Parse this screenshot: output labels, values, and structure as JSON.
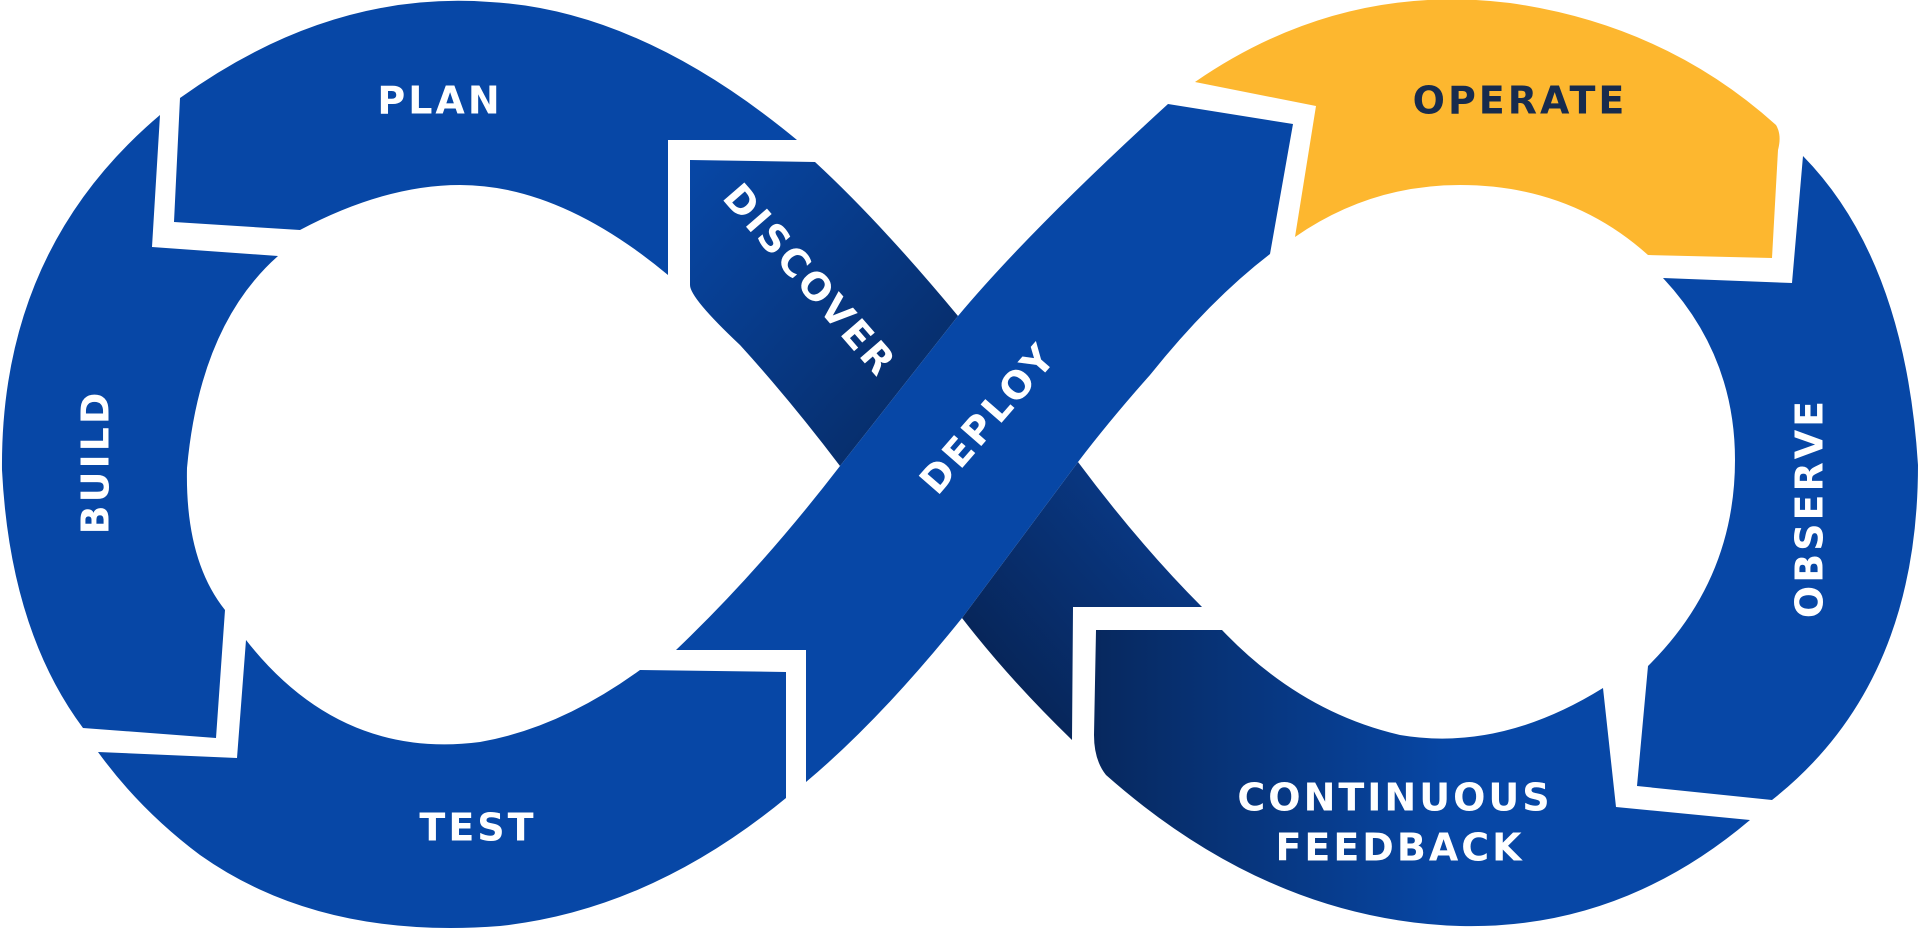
{
  "diagram": {
    "title": "DevOps infinity loop",
    "colors": {
      "primary": "#0747a6",
      "dark": "#07285e",
      "highlight": "#fdb72f",
      "dark_text": "#172b4d",
      "light_text": "#ffffff",
      "background": "#ffffff"
    },
    "stages": {
      "plan": "PLAN",
      "build": "BUILD",
      "test": "TEST",
      "discover": "DISCOVER",
      "deploy": "DEPLOY",
      "operate": "OPERATE",
      "observe": "OBSERVE",
      "feedback_line1": "CONTINUOUS",
      "feedback_line2": "FEEDBACK"
    }
  }
}
